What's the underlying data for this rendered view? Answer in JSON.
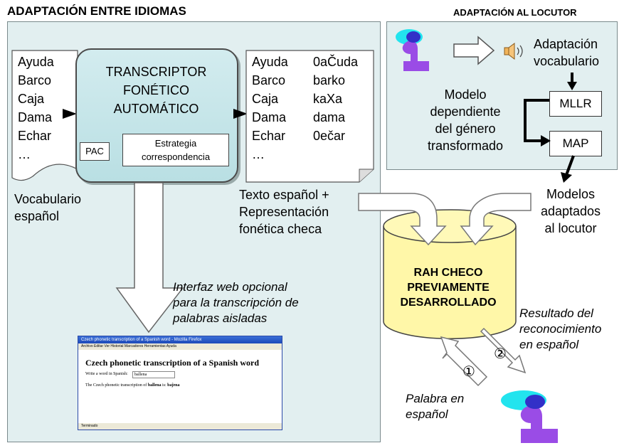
{
  "left_section": {
    "title": "ADAPTACIÓN ENTRE IDIOMAS"
  },
  "right_section": {
    "title": "ADAPTACIÓN AL LOCUTOR"
  },
  "vocabulary_words": [
    "Ayuda",
    "Barco",
    "Caja",
    "Dama",
    "Echar",
    "…"
  ],
  "vocabulary_caption": [
    "Vocabulario",
    "español"
  ],
  "transcriptor": {
    "title": [
      "TRANSCRIPTOR",
      "FONÉTICO",
      "AUTOMÁTICO"
    ],
    "pac_label": "PAC",
    "strategy_label": [
      "Estrategia",
      "correspondencia"
    ]
  },
  "transcribed_words": [
    {
      "spanish": "Ayuda",
      "czech": "0aČuda"
    },
    {
      "spanish": "Barco",
      "czech": "barko"
    },
    {
      "spanish": "Caja",
      "czech": "kaXa"
    },
    {
      "spanish": "Dama",
      "czech": "dama"
    },
    {
      "spanish": "Echar",
      "czech": "0ečar"
    },
    {
      "spanish": "…",
      "czech": ""
    }
  ],
  "text_repr_caption": [
    "Texto español +",
    "Representación",
    "fonética checa"
  ],
  "web_interface_caption": [
    "Interfaz web opcional",
    "para la transcripción de",
    "palabras aisladas"
  ],
  "web_window": {
    "title_bar": "Czech phonetic transcription of a Spanish word - Mozilla Firefox",
    "menu": "Archivo   Editar   Ver   Historial   Marcadores   Herramientas   Ayuda",
    "heading": "Czech phonetic transcription of a Spanish word",
    "prompt": "Write a word in Spanish:",
    "input_value": "ballena",
    "result_prefix": "The Czech phonetic transcription of",
    "result_word": "ballena",
    "result_is": "is:",
    "result_value": "baĵena",
    "status": "Terminado"
  },
  "speaker_adaptation": {
    "vocab_adaptation": [
      "Adaptación",
      "vocabulario"
    ],
    "gender_model": [
      "Modelo",
      "dependiente",
      "del género",
      "transformado"
    ],
    "mllr_label": "MLLR",
    "map_label": "MAP"
  },
  "adapted_models_caption": [
    "Modelos",
    "adaptados",
    "al locutor"
  ],
  "database_label": [
    "RAH CHECO",
    "PREVIAMENTE",
    "DESARROLLADO"
  ],
  "recognition_result_caption": [
    "Resultado del",
    "reconocimiento",
    "en español"
  ],
  "spanish_word_caption": [
    "Palabra en",
    "español"
  ],
  "step_markers": [
    "①",
    "②"
  ]
}
